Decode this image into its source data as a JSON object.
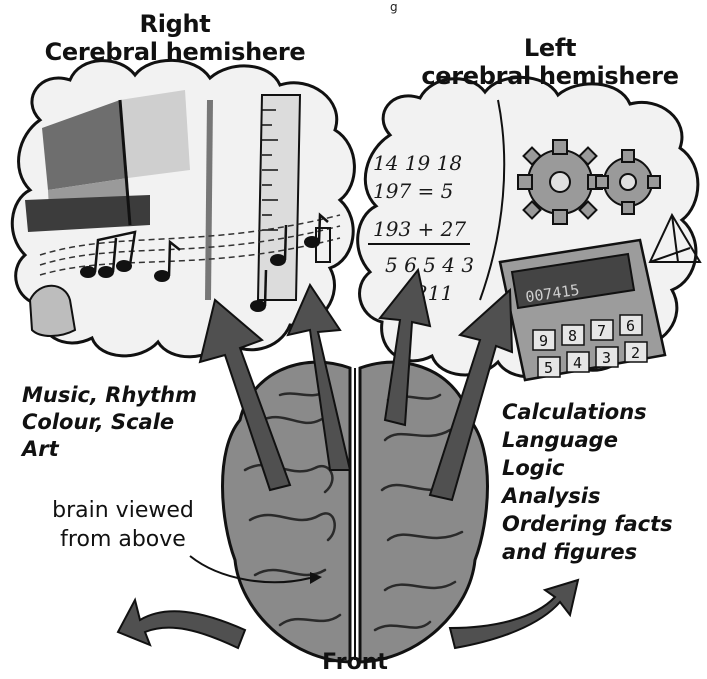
{
  "corner_label": "g",
  "right_hemisphere": {
    "title_line1": "Right",
    "title_line2": "Cerebral hemishere",
    "functions": [
      "Music, Rhythm",
      "Colour, Scale",
      "Art"
    ]
  },
  "left_hemisphere": {
    "title_line1": "Left",
    "title_line2": "cerebral hemishere",
    "functions": [
      "Calculations",
      "Language",
      "Logic",
      "Analysis",
      "Ordering facts",
      "and figures"
    ]
  },
  "caption": {
    "line1": "brain viewed",
    "line2": "from above"
  },
  "front_label": "Front",
  "calculations_sheet": {
    "line1": "14 19 18",
    "line2": "197 = 5",
    "line3": "193 + 27",
    "line4": "5 6 5 4 3",
    "line5": "211"
  },
  "calculator": {
    "display": "007415",
    "keys_row1": [
      "9",
      "8",
      "7",
      "6"
    ],
    "keys_row2": [
      "5",
      "4",
      "3",
      "2"
    ]
  },
  "colors": {
    "arrow": "#505050",
    "brain": "#8a8a8a",
    "ink": "#111111"
  }
}
